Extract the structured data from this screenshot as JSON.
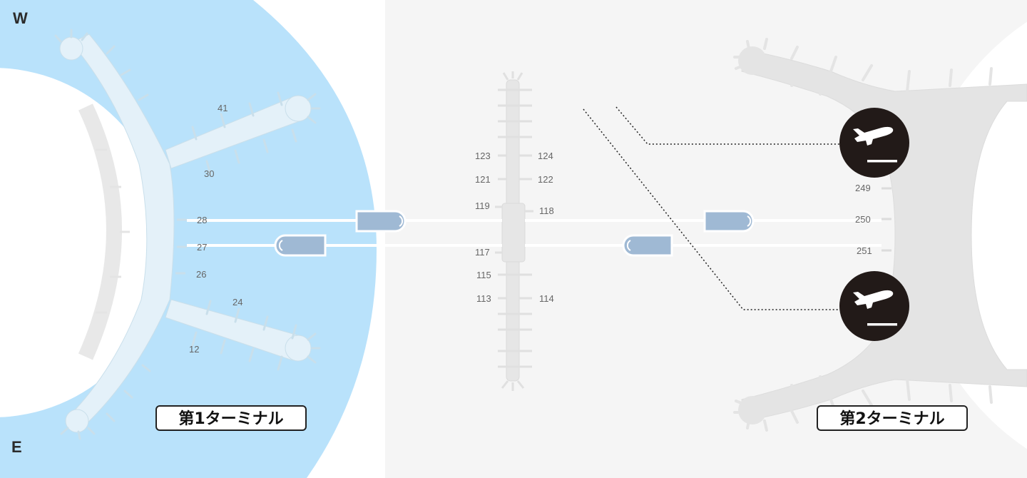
{
  "compass": {
    "north_label": "W",
    "south_label": "E"
  },
  "terminals": [
    {
      "label": "第1ターミナル"
    },
    {
      "label": "第2ターミナル"
    }
  ],
  "gates": {
    "t1": [
      "41",
      "30",
      "28",
      "27",
      "26",
      "24",
      "12"
    ],
    "concourse": [
      "123",
      "124",
      "121",
      "122",
      "119",
      "118",
      "117",
      "115",
      "113",
      "114"
    ],
    "t2": [
      "249",
      "250",
      "251"
    ]
  },
  "departure_markers": [
    {
      "icon": "departure-plane-icon"
    },
    {
      "icon": "departure-plane-icon"
    }
  ],
  "colors": {
    "water": "#b9e2fb",
    "terminal1": "#e4f1f9",
    "building": "#e6e6e6",
    "train": "#9fb9d4",
    "marker": "#221a18"
  }
}
